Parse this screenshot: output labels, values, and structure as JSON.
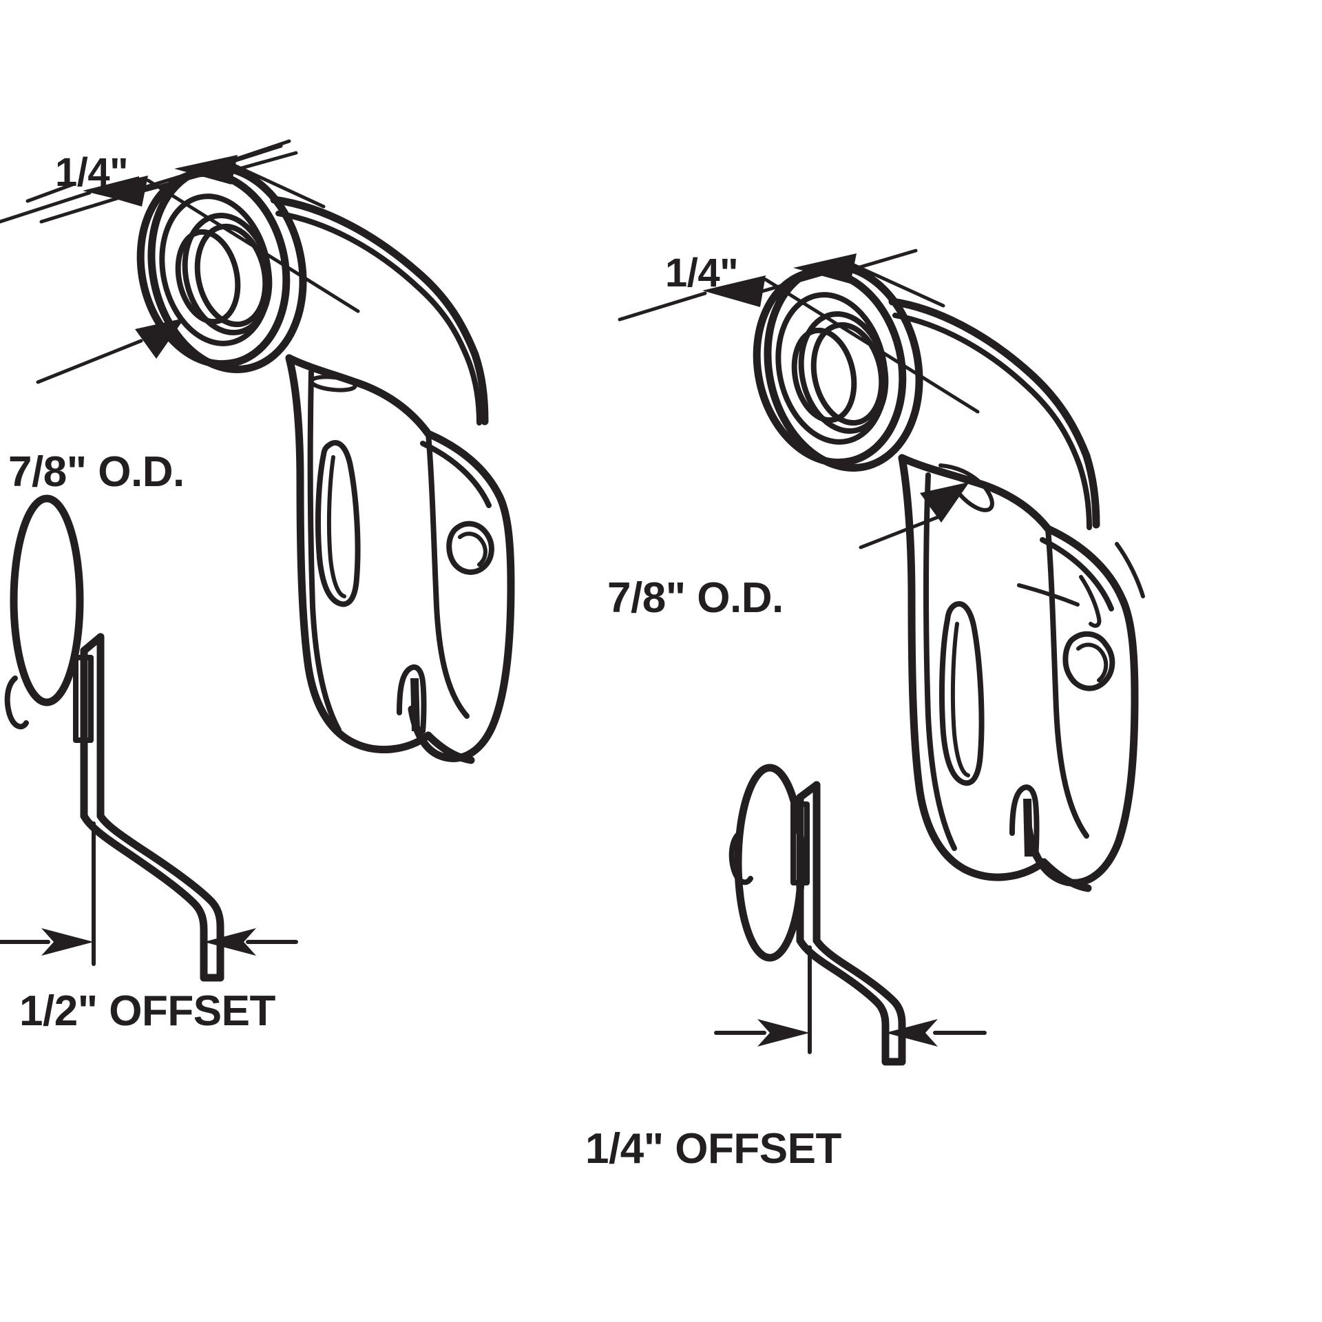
{
  "document": {
    "kind": "technical-line-drawing",
    "subject": "sliding door roller bracket assembly",
    "background_color": "#ffffff",
    "line_color": "#231f20"
  },
  "assemblies": [
    {
      "id": "left-assembly",
      "name": "half-inch-offset-roller-bracket",
      "labels": {
        "flange_thickness": "1/4\"",
        "outer_diameter": "7/8\" O.D.",
        "offset": "1/2\" OFFSET"
      }
    },
    {
      "id": "right-assembly",
      "name": "quarter-inch-offset-roller-bracket",
      "labels": {
        "flange_thickness": "1/4\"",
        "outer_diameter": "7/8\" O.D.",
        "offset": "1/4\" OFFSET"
      }
    }
  ],
  "annotations": {
    "left_quarter_inch": "1/4\"",
    "left_od": "7/8\" O.D.",
    "left_offset": "1/2\" OFFSET",
    "right_quarter_inch": "1/4\"",
    "right_od": "7/8\" O.D.",
    "right_offset": "1/4\" OFFSET"
  },
  "icons": {
    "leader_arrow": "arrow-head-icon",
    "dimension_arrow": "dimension-arrow-icon",
    "roller_wheel": "roller-wheel-icon",
    "bracket_plate": "bracket-plate-icon",
    "mounting_slot": "mounting-slot-icon",
    "square_hole": "square-hole-icon",
    "offset_side_view": "offset-side-view-icon"
  }
}
